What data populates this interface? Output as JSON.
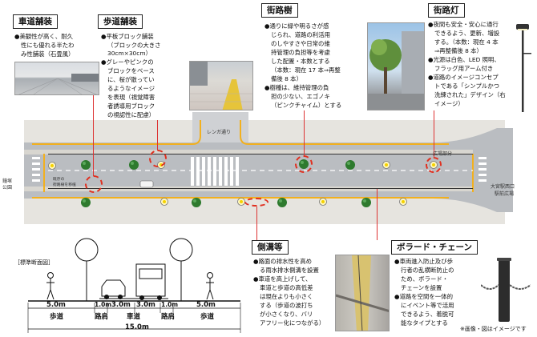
{
  "roadway_paving": {
    "title": "車道舗装",
    "bullet": "●",
    "lines": [
      "美観性が高く、耐久",
      "性にも優れる半たわ",
      "み性舗装（石畳風）"
    ]
  },
  "sidewalk_paving": {
    "title": "歩道舗装",
    "bullet": "●",
    "lines_1": [
      "平板ブロック舗装",
      "（ブロックの大きさ 30cm×30cm）"
    ],
    "lines_2": [
      "グレーやピンクの",
      "ブロックをベース",
      "に、桜が散ってい",
      "るようなイメージ",
      "を表現（視覚障害",
      "者誘導用ブロック",
      "の視認性に配慮）"
    ]
  },
  "street_trees": {
    "title": "街路樹",
    "bullet": "●",
    "lines_1": [
      "通りに緑や明るさが感",
      "じられ、道路の利活用",
      "のしやすさや日常の維",
      "持管理の負担等を考慮",
      "した配置・本数とする",
      "（本数：現在 17 本⇒再整",
      "備後 8 本）"
    ],
    "lines_2": [
      "樹種は、維持管理の負",
      "担の少ない、エゴノキ",
      "（ピンクチャイム）とする"
    ]
  },
  "street_lights": {
    "title": "街路灯",
    "bullet": "●",
    "lines_1": [
      "夜間も安全・安心に通行",
      "できるよう、更新、増設",
      "する。（本数：現在 4 本",
      "⇒再整備後 8 本）"
    ],
    "lines_2": [
      "光源は白色、LED 照明、",
      "フラッグ用アーム付き"
    ],
    "lines_3": [
      "道路のイメージコンセプ",
      "トである「シンプルかつ",
      "洗練された」デザイン（右",
      "イメージ）"
    ]
  },
  "gutters": {
    "title": "側溝等",
    "bullet": "●",
    "lines_1": [
      "路面の排水性を高め",
      "る雨水排水側溝を設置"
    ],
    "lines_2": [
      "車道を高上げして、",
      "車道と歩道の高低差",
      "は現在よりも小さく",
      "する（歩道の波打ち",
      "が小さくなり、バリ",
      "アフリー化につながる）"
    ]
  },
  "bollards": {
    "title": "ボラード・チェーン",
    "bullet": "●",
    "lines_1": [
      "車両進入防止及び歩",
      "行者の乱横断防止の",
      "ため、ボラード・",
      "チェーンを設置"
    ],
    "lines_2": [
      "道路を空間を一体的",
      "にイベント等で活用",
      "できるよう、着脱可",
      "能なタイプとする"
    ]
  },
  "map_labels": {
    "renga": "レンガ通り",
    "plaza_part": "広場部分",
    "omiya": "大宮駅西口",
    "station_plaza": "駅前広場",
    "park": "鐘塚",
    "park2": "公園",
    "small1": "既存の",
    "small2": "街路樹を移植"
  },
  "section": {
    "title": "［標準断面図］",
    "widths": [
      "5.0m",
      "1.0m",
      "3.0m",
      "3.0m",
      "1.0m",
      "5.0m"
    ],
    "names": [
      "歩道",
      "路肩",
      "車道",
      "路肩",
      "歩道"
    ],
    "total": "15.0m"
  },
  "note": "※画像・図はイメージです",
  "colors": {
    "accent_red": "#d33",
    "road_gray": "#b9bcc0",
    "sidewalk": "#e3e2de",
    "yellow_line": "#f2b01e",
    "tree_green": "#2e7a2e"
  }
}
